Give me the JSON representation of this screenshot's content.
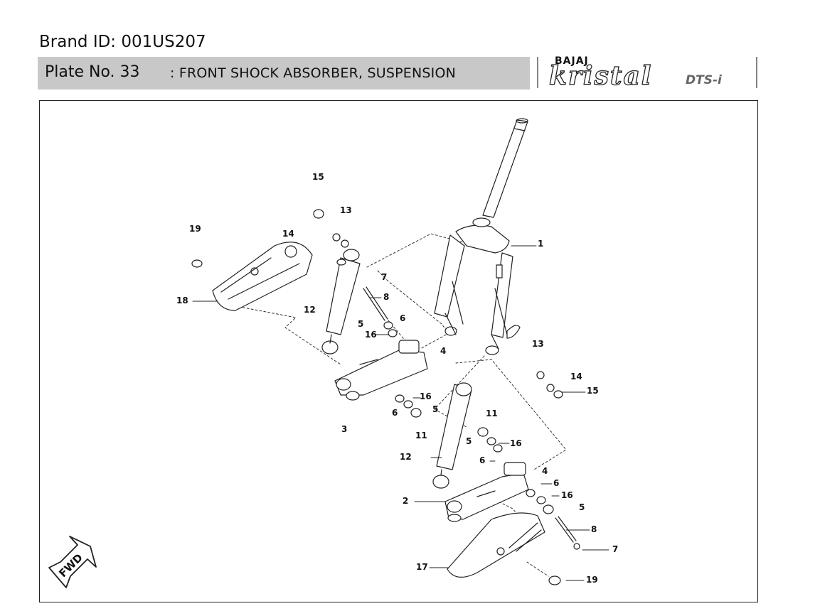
{
  "header": {
    "brand_id": "Brand ID: 001US207",
    "plate_prefix": "Plate No. 33",
    "plate_title": ": FRONT SHOCK ABSORBER, SUSPENSION"
  },
  "logo": {
    "brand": "BAJAJ",
    "model": "kristal",
    "variant": "DTS-i"
  },
  "fwd_label": "FWD",
  "part_labels": [
    {
      "id": "15a",
      "text": "15"
    },
    {
      "id": "13a",
      "text": "13"
    },
    {
      "id": "19a",
      "text": "19"
    },
    {
      "id": "14a",
      "text": "14"
    },
    {
      "id": "18",
      "text": "18"
    },
    {
      "id": "12a",
      "text": "12"
    },
    {
      "id": "7a",
      "text": "7"
    },
    {
      "id": "8a",
      "text": "8"
    },
    {
      "id": "5a",
      "text": "5"
    },
    {
      "id": "6a",
      "text": "6"
    },
    {
      "id": "16a",
      "text": "16"
    },
    {
      "id": "4a",
      "text": "4"
    },
    {
      "id": "1",
      "text": "1"
    },
    {
      "id": "13b",
      "text": "13"
    },
    {
      "id": "14b",
      "text": "14"
    },
    {
      "id": "15b",
      "text": "15"
    },
    {
      "id": "16b",
      "text": "16"
    },
    {
      "id": "6b",
      "text": "6"
    },
    {
      "id": "5b",
      "text": "5"
    },
    {
      "id": "11a",
      "text": "11"
    },
    {
      "id": "3",
      "text": "3"
    },
    {
      "id": "11b",
      "text": "11"
    },
    {
      "id": "5c",
      "text": "5"
    },
    {
      "id": "16c",
      "text": "16"
    },
    {
      "id": "12b",
      "text": "12"
    },
    {
      "id": "6c",
      "text": "6"
    },
    {
      "id": "4b",
      "text": "4"
    },
    {
      "id": "6d",
      "text": "6"
    },
    {
      "id": "16d",
      "text": "16"
    },
    {
      "id": "2",
      "text": "2"
    },
    {
      "id": "5d",
      "text": "5"
    },
    {
      "id": "8b",
      "text": "8"
    },
    {
      "id": "7b",
      "text": "7"
    },
    {
      "id": "17",
      "text": "17"
    },
    {
      "id": "19b",
      "text": "19"
    }
  ]
}
